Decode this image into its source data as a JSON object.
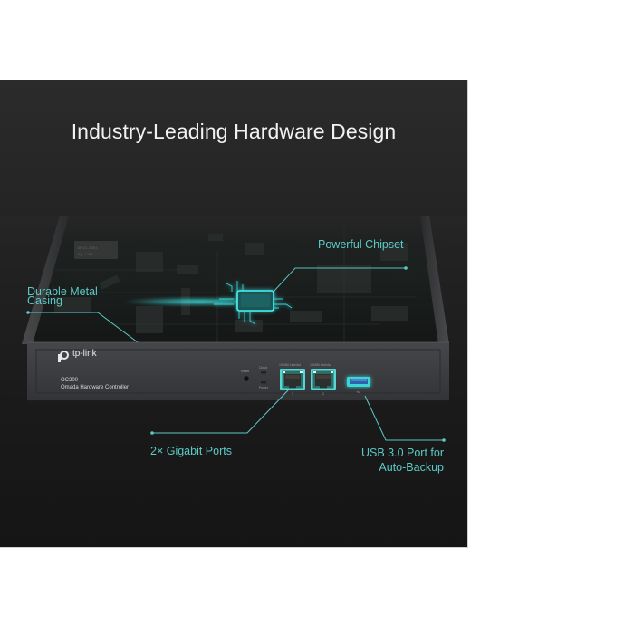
{
  "headline": "Industry-Leading Hardware Design",
  "callouts": {
    "chipset": "Powerful Chipset",
    "casing_line1": "Durable Metal",
    "casing_line2": "Casing",
    "ports": "2× Gigabit Ports",
    "usb_line1": "USB 3.0 Port for",
    "usb_line2": "Auto-Backup"
  },
  "device": {
    "brand": "tp-link",
    "model": "OC300",
    "product_name": "Omada Hardware Controller",
    "reset_label": "Reset",
    "cloud_label": "Cloud",
    "power_label": "Power",
    "port1_header": "1000M Link/Act",
    "port2_header": "1000M Link/Act",
    "port1_number": "1",
    "port2_number": "2",
    "usb_symbol": "⇆",
    "board_chip_label_line1": "GP13-2304",
    "board_chip_label_line2": "8Q  1707"
  },
  "colors": {
    "accent_teal": "#5cc9c5",
    "glow_cyan": "#2fe6e6",
    "panel_bg": "#222222",
    "front_panel": "#3b3c3e"
  }
}
